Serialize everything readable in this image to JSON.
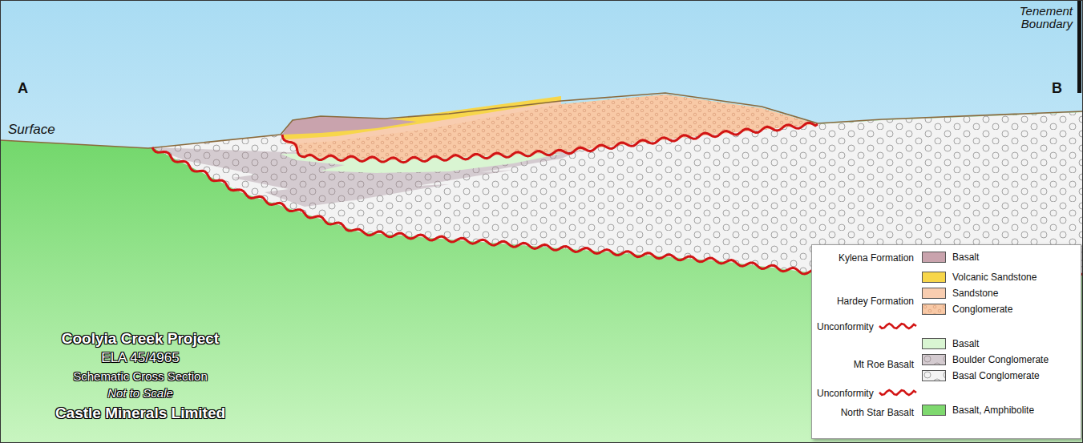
{
  "diagram": {
    "title": "Coolyia Creek Project",
    "labels": [
      "A",
      "B",
      "Surface",
      "Tenement Boundary",
      "ELA 45/4965",
      "Schematic Cross Section",
      "Not to Scale",
      "Castle Minerals Limited",
      "Kylena Formation",
      "Hardey Formation",
      "Mt Roe Basalt",
      "North Star Basalt"
    ],
    "legend": [
      {
        "text": "Basalt",
        "color": "#c9a3ad"
      },
      {
        "text": "Volcanic Sandstone",
        "color": "#f7d64a"
      },
      {
        "text": "Sandstone",
        "color": "#f8cdb0"
      },
      {
        "text": "Conglomerate"
      },
      {
        "text": "Unconformity"
      },
      {
        "text": "Basalt",
        "color": "#d9f5d2"
      },
      {
        "text": "Boulder Conglomerate"
      },
      {
        "text": "Basal Conglomerate"
      },
      {
        "text": "Unconformity"
      },
      {
        "text": "Basalt, Amphibolite",
        "color": "#7ed86e"
      }
    ]
  }
}
